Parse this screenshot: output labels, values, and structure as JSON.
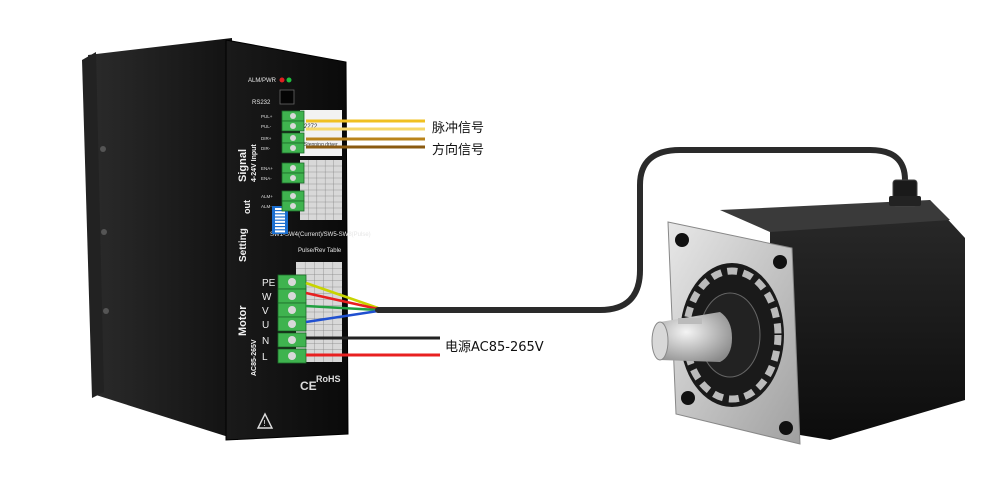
{
  "labels": {
    "pulse_signal": "脉冲信号",
    "direction_signal": "方向信号",
    "power_input": "电源AC85-265V"
  },
  "driver": {
    "alm_pwr": "ALM/PWR",
    "rs232": "RS232",
    "signal": "Signal",
    "signal_input": "4-24V Input",
    "out": "out",
    "setting": "Setting",
    "motor": "Motor",
    "voltage": "AC85-265V",
    "terminals_signal": [
      "PUL+",
      "PUL-",
      "DIR+",
      "DIR-",
      "ENA+",
      "ENA-"
    ],
    "terminals_out": [
      "ALM+",
      "ALM-"
    ],
    "terminals_power": [
      "PE",
      "W",
      "V",
      "U",
      "N",
      "L"
    ],
    "rohs": "RoHS",
    "ce": "CE",
    "model_sticker": "2272",
    "sticker_line": "Stepping driver",
    "pulse_table_title": "Pulse/Rev Table",
    "dip_title": "SW1-SW4(Current)/SW5-SW8(Pulse)"
  },
  "wire_colors": {
    "pulse_pos": "#f0c020",
    "pulse_neg": "#f6d86a",
    "dir_pos": "#b9831a",
    "dir_neg": "#8a5a10",
    "pe": "#c8d400",
    "w": "#e82020",
    "v": "#20a040",
    "u": "#2050d0",
    "n": "#222222",
    "l": "#e82020",
    "cable": "#2a2a2a"
  }
}
